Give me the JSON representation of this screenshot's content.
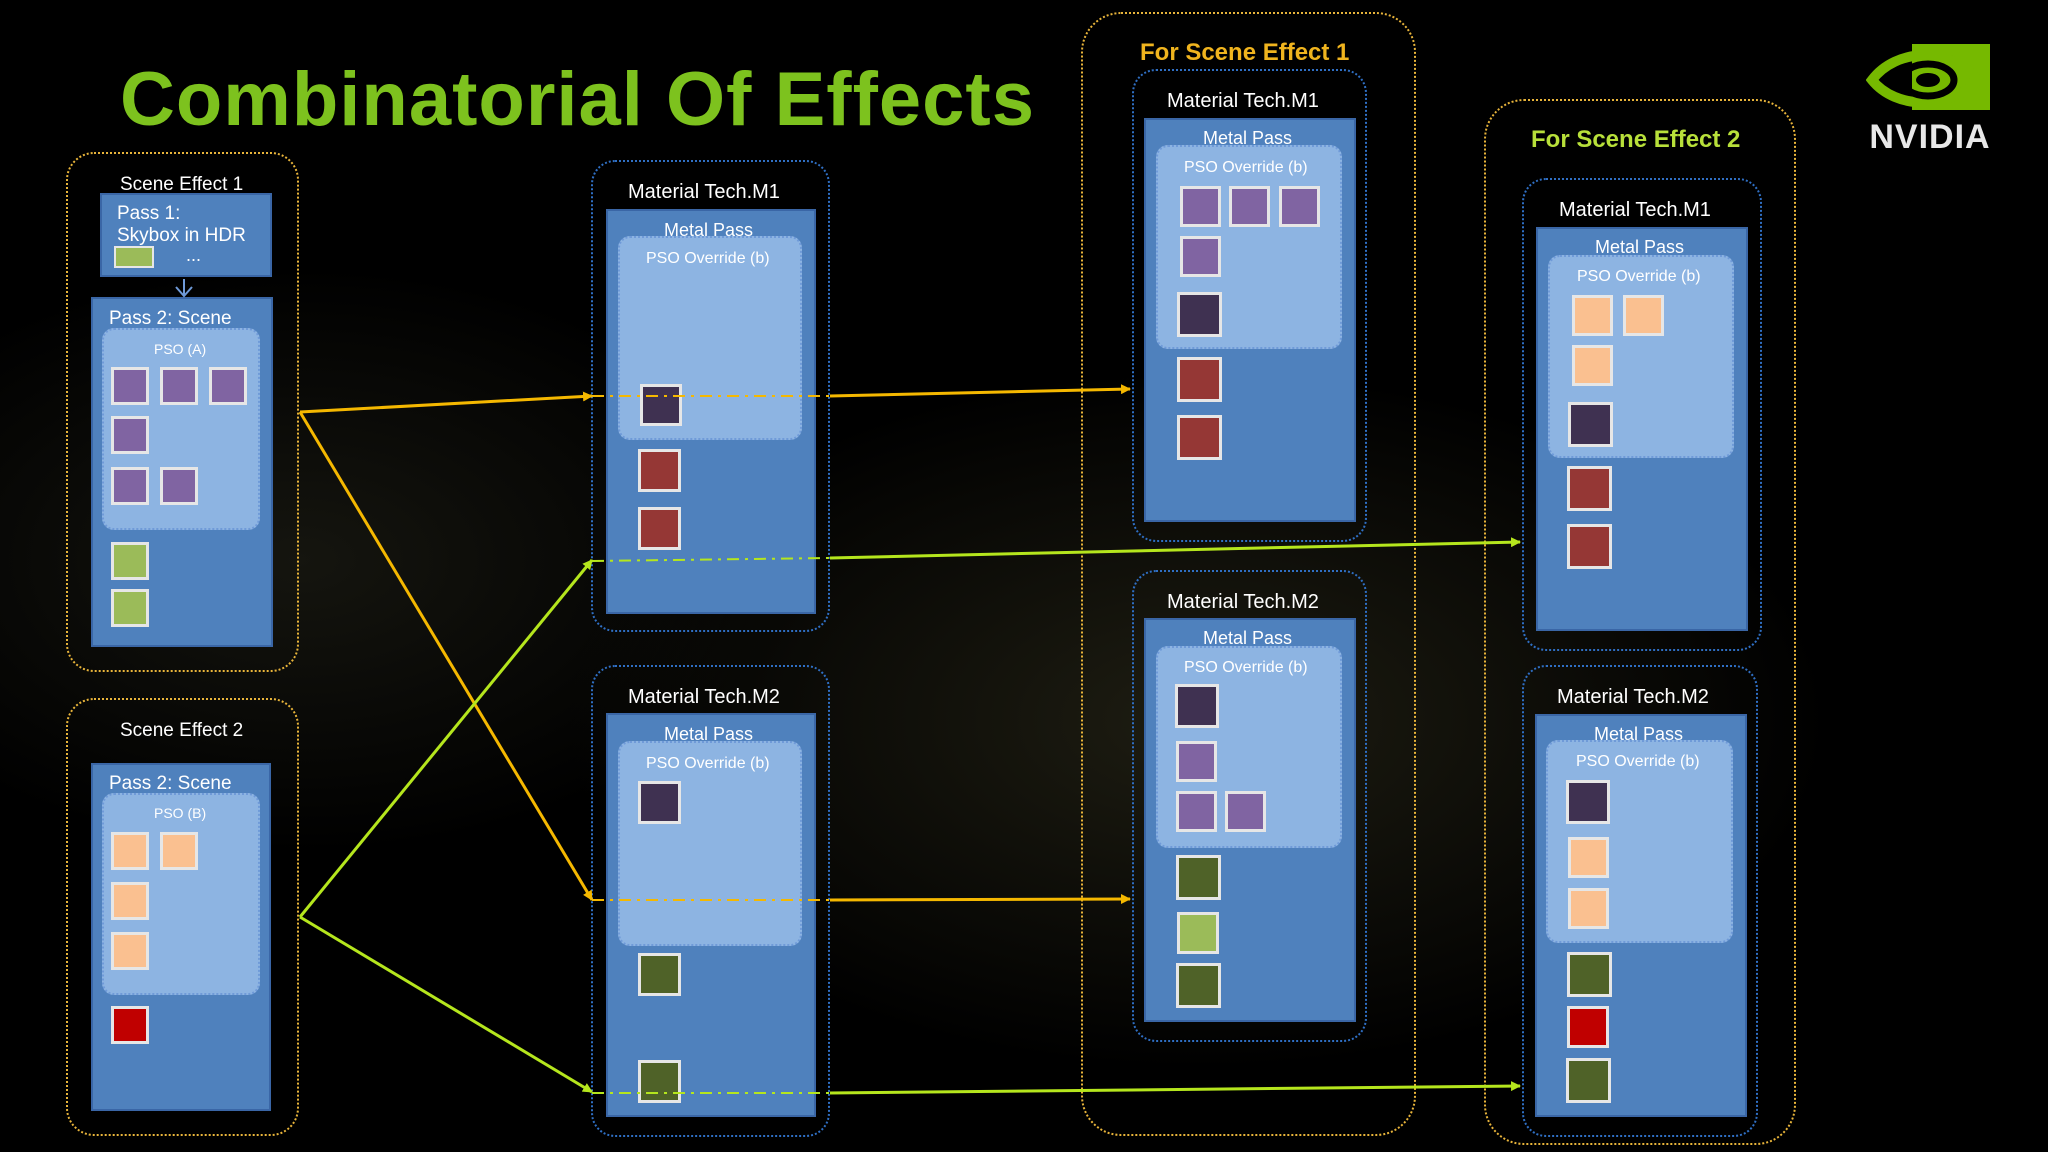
{
  "title": "Combinatorial Of Effects",
  "logo": {
    "text": "NVIDIA"
  },
  "scene_effect_1": {
    "label": "Scene Effect 1",
    "pass1_line1": "Pass 1:",
    "pass1_line2": "Skybox in HDR",
    "ellipsis": "...",
    "pass2_label": "Pass 2: Scene",
    "pso_label": "PSO (A)"
  },
  "scene_effect_2": {
    "label": "Scene Effect 2",
    "pass2_label": "Pass 2: Scene",
    "pso_label": "PSO (B)"
  },
  "material_m1": {
    "label": "Material Tech.M1",
    "pass_label": "Metal Pass",
    "pso_label": "PSO Override (b)"
  },
  "material_m2": {
    "label": "Material Tech.M2",
    "pass_label": "Metal Pass",
    "pso_label": "PSO Override (b)"
  },
  "for_scene_effect_1": {
    "caption": "For Scene Effect 1",
    "m1": {
      "label": "Material Tech.M1",
      "pass_label": "Metal Pass",
      "pso_label": "PSO Override (b)"
    },
    "m2": {
      "label": "Material Tech.M2",
      "pass_label": "Metal Pass",
      "pso_label": "PSO Override (b)"
    }
  },
  "for_scene_effect_2": {
    "caption": "For Scene Effect 2",
    "m1": {
      "label": "Material Tech.M1",
      "pass_label": "Metal Pass",
      "pso_label": "PSO Override (b)"
    },
    "m2": {
      "label": "Material Tech.M2",
      "pass_label": "Metal Pass",
      "pso_label": "PSO Override (b)"
    }
  },
  "colors": {
    "background": "#000000",
    "title": "#7dc21e",
    "scene1_arrow": "#f5b800",
    "scene2_arrow": "#b5e61d",
    "panel": "#4f81bd",
    "inner_panel": "#8db4e2",
    "purple": "#8064a2",
    "dark_purple": "#3f3151",
    "brick": "#953735",
    "peach": "#fac090",
    "red": "#c00000",
    "olive": "#4f6228",
    "lime": "#9bbb59"
  }
}
